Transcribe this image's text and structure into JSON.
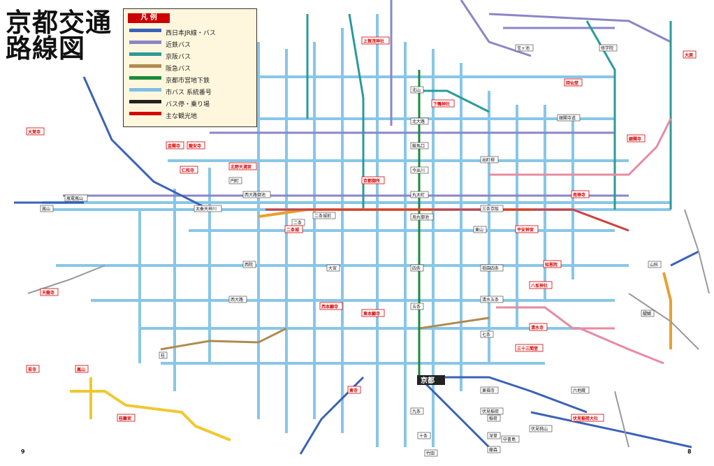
{
  "map": {
    "title_line1": "京都交通",
    "title_line2": "路線図",
    "page_left": "9",
    "page_right": "8",
    "legend": {
      "heading": "凡 例",
      "rows": [
        "西日本JR線・バス",
        "近鉄バス",
        "京阪バス",
        "阪急バス",
        "京都市営地下鉄",
        "市バス 系統番号",
        "バス停・乗り場",
        "主な観光地"
      ]
    },
    "major_station": "京都",
    "stations": [
      "北山",
      "北大路",
      "鞍馬口",
      "今出川",
      "丸太町",
      "烏丸御池",
      "四条",
      "五条",
      "九条",
      "十条",
      "竹田",
      "東山",
      "三条京阪",
      "祇園四条",
      "清水五条",
      "七条",
      "東福寺",
      "伏見稲荷",
      "稲荷",
      "深草",
      "藤森",
      "二条",
      "二条城前",
      "西大路御池",
      "太秦天神川",
      "嵐電嵐山",
      "嵐山",
      "桂",
      "西院",
      "大宮",
      "西大路",
      "円町",
      "山科",
      "醍醐",
      "六地蔵",
      "中書島",
      "伏見桃山",
      "出町柳",
      "銀閣寺道",
      "修学院",
      "宝ヶ池"
    ],
    "sights": [
      "金閣寺",
      "銀閣寺",
      "清水寺",
      "二条城",
      "平安神宮",
      "八坂神社",
      "京都御所",
      "下鴨神社",
      "上賀茂神社",
      "北野天満宮",
      "龍安寺",
      "仁和寺",
      "東寺",
      "西本願寺",
      "東本願寺",
      "三十三間堂",
      "南禅寺",
      "知恩院",
      "伏見稲荷大社",
      "大覚寺",
      "天龍寺",
      "嵐山",
      "苔寺",
      "桂離宮",
      "詩仙堂",
      "大原"
    ],
    "line_colors": {
      "jr": "#3a5fb0",
      "subway_karasuma": "#1a7f3a",
      "subway_tozai": "#d9534f",
      "city_bus": "#5aa9d6",
      "kintetsu": "#8a7fc0",
      "keihan": "#2a8a8a",
      "hankyu": "#a06a3a",
      "randen": "#e88a2a",
      "eizan": "#e06a8a"
    }
  }
}
